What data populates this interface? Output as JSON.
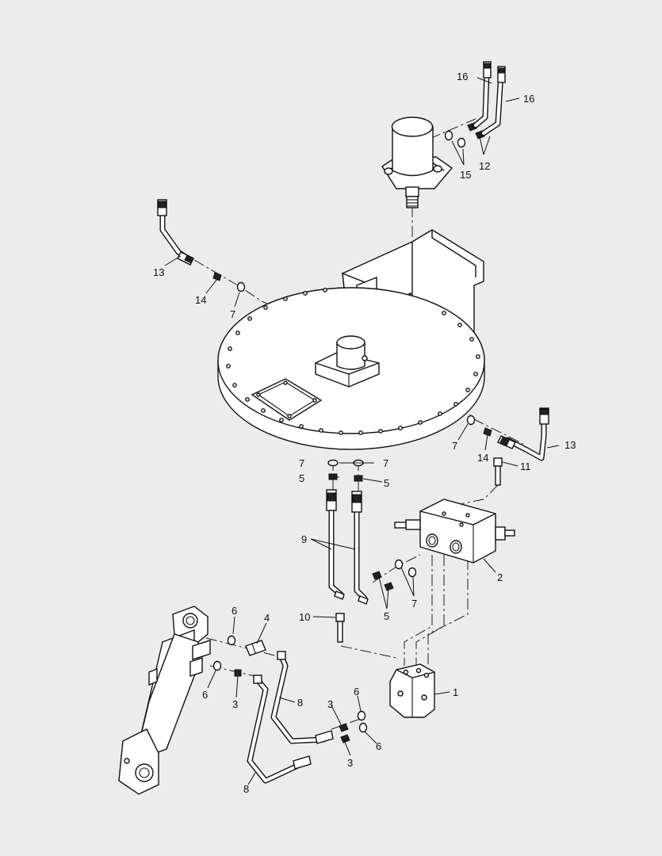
{
  "callouts": {
    "c1": "1",
    "c2": "2",
    "c3a": "3",
    "c3b": "3",
    "c3c": "3",
    "c4": "4",
    "c5a": "5",
    "c5b": "5",
    "c5c": "5",
    "c6a": "6",
    "c6b": "6",
    "c6c": "6",
    "c6d": "6",
    "c7a": "7",
    "c7b": "7",
    "c7c": "7",
    "c7d": "7",
    "c7e": "7",
    "c8a": "8",
    "c8b": "8",
    "c9": "9",
    "c10": "10",
    "c11": "11",
    "c12": "12",
    "c13a": "13",
    "c13b": "13",
    "c14a": "14",
    "c14b": "14",
    "c15": "15",
    "c16a": "16",
    "c16b": "16"
  },
  "colors": {
    "background": "#ececec",
    "line": "#111111",
    "part_fill": "#ffffff"
  }
}
